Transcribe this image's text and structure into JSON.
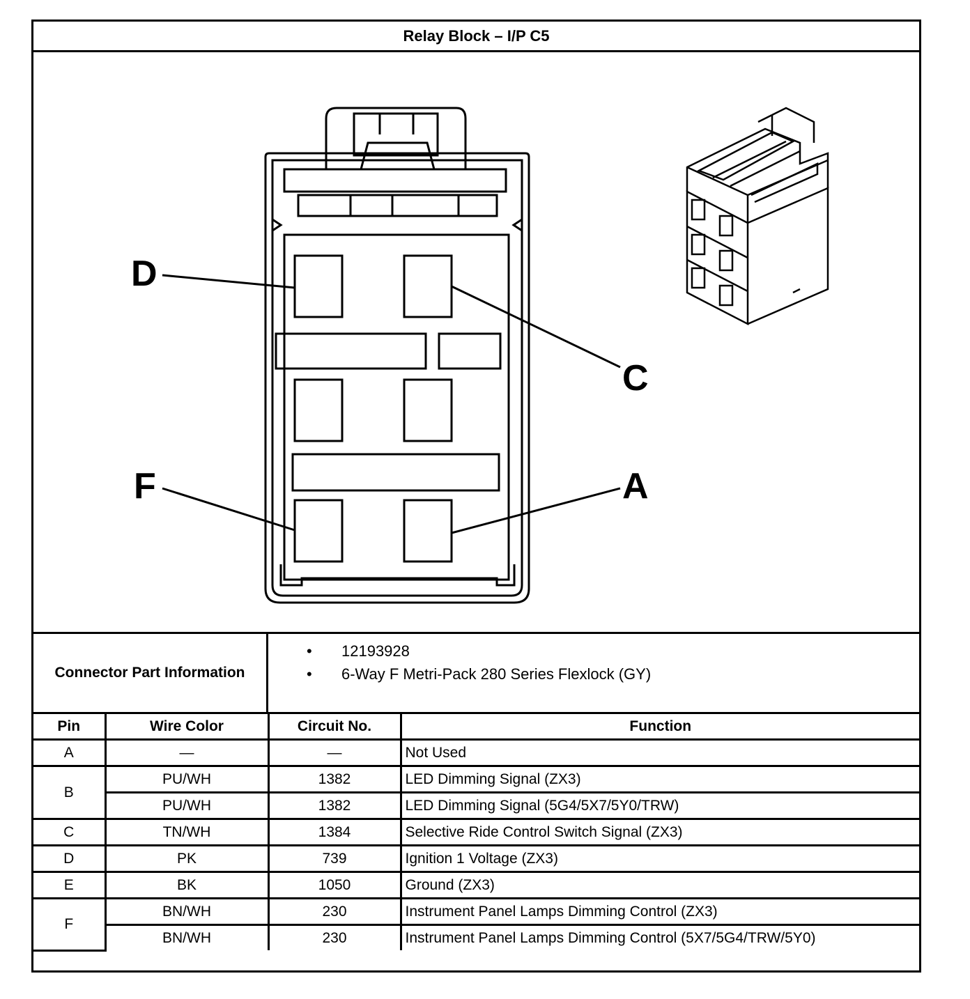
{
  "title": "Relay Block – I/P C5",
  "diagram": {
    "callouts": {
      "D": "D",
      "C": "C",
      "F": "F",
      "A": "A"
    }
  },
  "connector_info": {
    "label": "Connector Part Information",
    "items": [
      "12193928",
      "6-Way F Metri-Pack 280 Series Flexlock (GY)"
    ],
    "bullet": "•"
  },
  "table": {
    "headers": {
      "pin": "Pin",
      "wire_color": "Wire Color",
      "circuit_no": "Circuit No.",
      "function": "Function"
    },
    "rows": [
      {
        "pin": "A",
        "wire_color": "—",
        "circuit": "—",
        "function": "Not Used"
      },
      {
        "pin": "B",
        "wire_color": "PU/WH",
        "circuit": "1382",
        "function": "LED Dimming Signal (ZX3)"
      },
      {
        "pin": "",
        "wire_color": "PU/WH",
        "circuit": "1382",
        "function": "LED Dimming Signal (5G4/5X7/5Y0/TRW)"
      },
      {
        "pin": "C",
        "wire_color": "TN/WH",
        "circuit": "1384",
        "function": "Selective Ride Control Switch Signal (ZX3)"
      },
      {
        "pin": "D",
        "wire_color": "PK",
        "circuit": "739",
        "function": "Ignition 1 Voltage (ZX3)"
      },
      {
        "pin": "E",
        "wire_color": "BK",
        "circuit": "1050",
        "function": "Ground (ZX3)"
      },
      {
        "pin": "F",
        "wire_color": "BN/WH",
        "circuit": "230",
        "function": "Instrument Panel Lamps Dimming Control (ZX3)"
      },
      {
        "pin": "",
        "wire_color": "BN/WH",
        "circuit": "230",
        "function": "Instrument Panel Lamps Dimming Control (5X7/5G4/TRW/5Y0)"
      }
    ]
  }
}
